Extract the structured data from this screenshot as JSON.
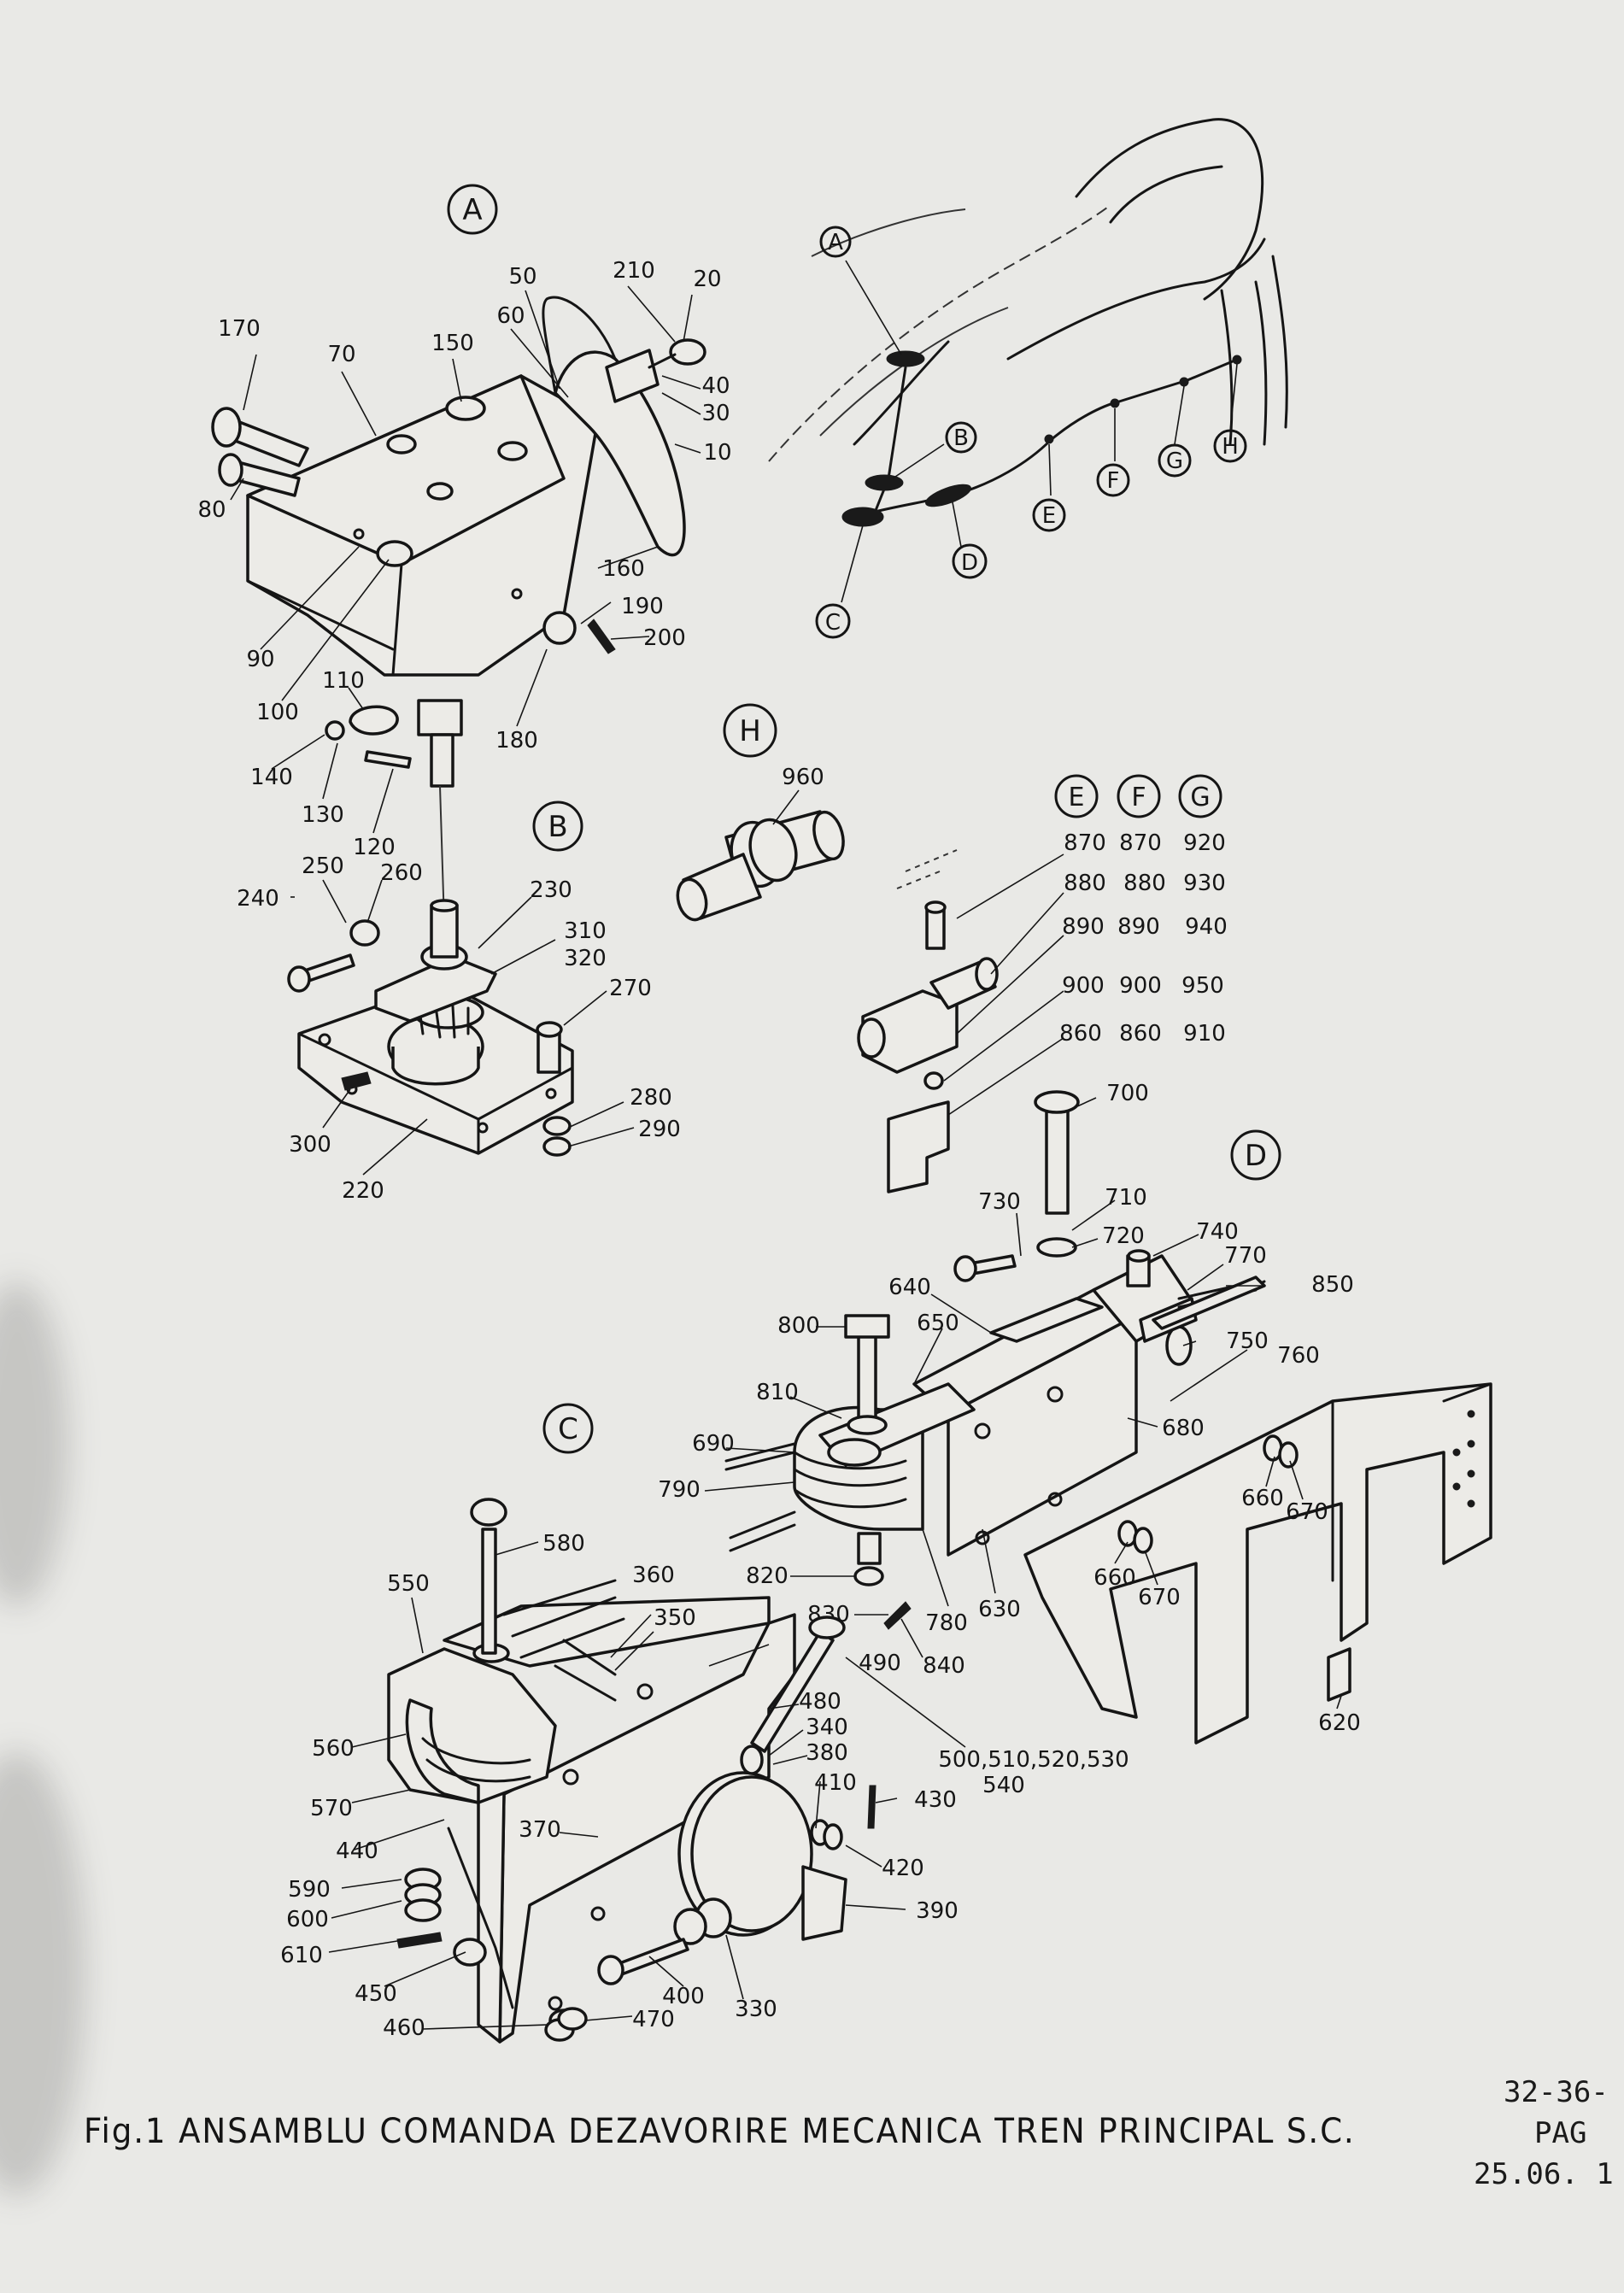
{
  "caption": "Fig.1 ANSAMBLU COMANDA DEZAVORIRE MECANICA TREN PRINCIPAL S.C.",
  "document_ref": {
    "number": "32-36-",
    "page": "PAG",
    "date": "25.06. 1"
  },
  "sections": [
    "A",
    "B",
    "C",
    "D",
    "H"
  ],
  "overview": {
    "labels": [
      "A",
      "B",
      "C",
      "D",
      "E",
      "F",
      "G",
      "H"
    ]
  },
  "efg_table": {
    "headers": [
      "E",
      "F",
      "G"
    ],
    "rows": [
      [
        "870",
        "870",
        "920"
      ],
      [
        "880",
        "880",
        "930"
      ],
      [
        "890",
        "890",
        "940"
      ],
      [
        "900",
        "900",
        "950"
      ],
      [
        "860",
        "860",
        "910"
      ]
    ]
  },
  "part_labels": {
    "A": [
      "170",
      "70",
      "150",
      "50",
      "60",
      "210",
      "20",
      "40",
      "30",
      "10",
      "80",
      "160",
      "90",
      "100",
      "190",
      "200",
      "180",
      "110",
      "140",
      "130",
      "120"
    ],
    "B": [
      "250",
      "260",
      "240",
      "230",
      "310",
      "320",
      "270",
      "280",
      "290",
      "300",
      "220"
    ],
    "H": [
      "960"
    ],
    "D": [
      "700",
      "730",
      "710",
      "720",
      "740",
      "770",
      "850",
      "640",
      "800",
      "650",
      "750",
      "760",
      "810",
      "680",
      "690",
      "790",
      "660",
      "670",
      "660",
      "670",
      "820",
      "830",
      "780",
      "840",
      "630",
      "620"
    ],
    "C": [
      "580",
      "550",
      "360",
      "350",
      "560",
      "480",
      "490",
      "500,510,520,530",
      "540",
      "340",
      "380",
      "570",
      "410",
      "430",
      "370",
      "440",
      "420",
      "590",
      "600",
      "390",
      "610",
      "450",
      "400",
      "330",
      "460",
      "470"
    ]
  }
}
